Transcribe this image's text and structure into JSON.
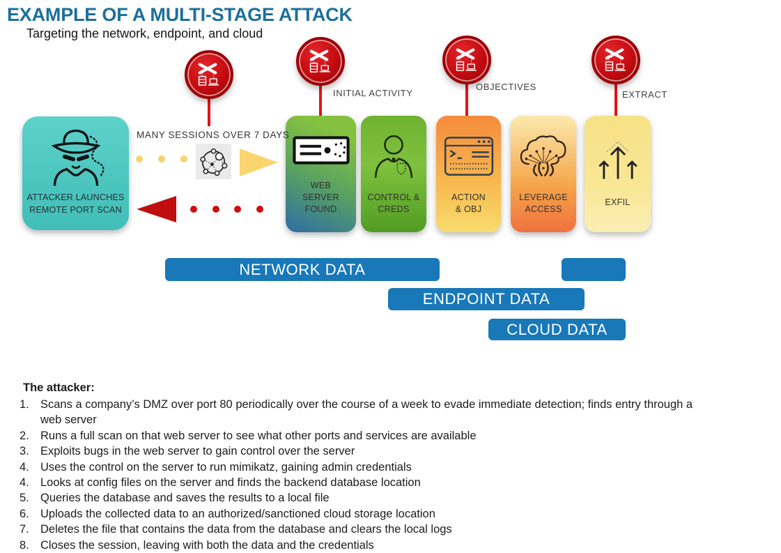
{
  "title": "EXAMPLE OF A MULTI-STAGE ATTACK",
  "subtitle": "Targeting the network, endpoint, and cloud",
  "phase_labels": {
    "many_sessions": "MANY SESSIONS OVER 7 DAYS",
    "initial_activity": "INITIAL ACTIVITY",
    "objectives": "OBJECTIVES",
    "extract": "EXTRACT"
  },
  "stages": [
    {
      "id": "attacker",
      "label": "ATTACKER LAUNCHES\nREMOTE PORT SCAN",
      "icon": "spy-icon"
    },
    {
      "id": "web-server-found",
      "label": "WEB\nSERVER\nFOUND",
      "icon": "server-icon"
    },
    {
      "id": "control-creds",
      "label": "CONTROL &\nCREDS",
      "icon": "person-credentials-icon"
    },
    {
      "id": "action-obj",
      "label": "ACTION\n& OBJ",
      "icon": "terminal-icon"
    },
    {
      "id": "leverage-access",
      "label": "LEVERAGE\nACCESS",
      "icon": "cloud-circuit-icon"
    },
    {
      "id": "exfil",
      "label": "EXFIL",
      "icon": "exfil-arrows-icon"
    }
  ],
  "data_bars": [
    {
      "label": "NETWORK DATA"
    },
    {
      "label": "ENDPOINT DATA"
    },
    {
      "label": "CLOUD DATA"
    },
    {
      "label": ""
    }
  ],
  "notes": {
    "heading": "The attacker:",
    "items": [
      {
        "num": "1.",
        "text": "Scans a company’s DMZ over port 80 periodically over the course of a week to evade immediate detection; finds entry through a web server"
      },
      {
        "num": "2.",
        "text": "Runs a full scan on that web server to see what other ports and services are available"
      },
      {
        "num": "3.",
        "text": "Exploits bugs in the web server to gain control over the server"
      },
      {
        "num": "4.",
        "text": "Uses the control on the server to run mimikatz, gaining admin credentials"
      },
      {
        "num": "4.",
        "text": "Looks at config files on the server and finds the backend database location"
      },
      {
        "num": "5.",
        "text": "Queries the database and saves the results to a local file"
      },
      {
        "num": "6.",
        "text": "Uploads the collected data to an authorized/sanctioned cloud storage location"
      },
      {
        "num": "7.",
        "text": "Deletes the file that contains the data from the database and clears the local logs"
      },
      {
        "num": "8.",
        "text": "Closes the session, leaving with both the data and the credentials"
      }
    ]
  },
  "colors": {
    "title_blue": "#1d6f99",
    "bar_blue": "#1878b8",
    "breach_red": "#c30b10",
    "stem_red": "#e41317",
    "attacker_teal": "#4cc6bf",
    "flow_dot_yellow": "#f6d36e",
    "flow_dot_red": "#cc0f0f"
  }
}
